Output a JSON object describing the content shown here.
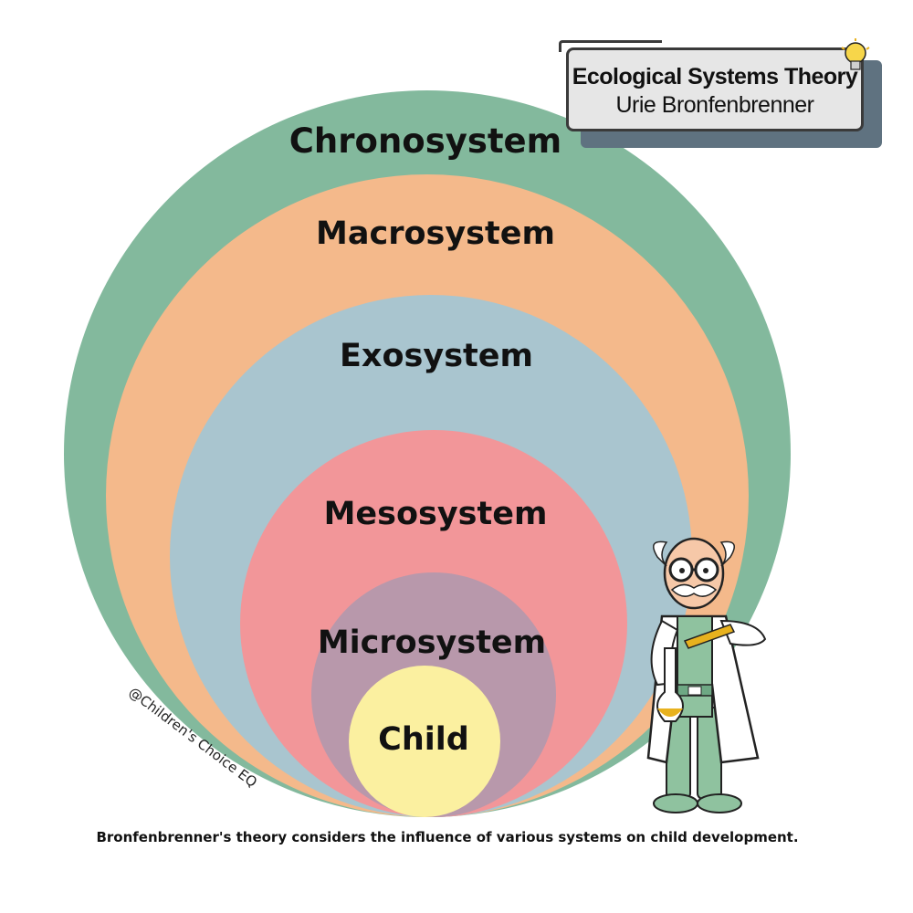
{
  "header": {
    "title": "Ecological Systems Theory",
    "subtitle": "Urie Bronfenbrenner"
  },
  "rings": [
    {
      "id": "chronosystem",
      "label": "Chronosystem",
      "color": "#83b99d"
    },
    {
      "id": "macrosystem",
      "label": "Macrosystem",
      "color": "#f4b98b"
    },
    {
      "id": "exosystem",
      "label": "Exosystem",
      "color": "#a9c5cf"
    },
    {
      "id": "mesosystem",
      "label": "Mesosystem",
      "color": "#f29699"
    },
    {
      "id": "microsystem",
      "label": "Microsystem",
      "color": "#b898ab"
    },
    {
      "id": "child",
      "label": "Child",
      "color": "#fbf0a0"
    }
  ],
  "watermark": "@Children's Choice EQ",
  "caption": "Bronfenbrenner's theory considers the influence of various systems on child development.",
  "illustration": "scientist-icon"
}
